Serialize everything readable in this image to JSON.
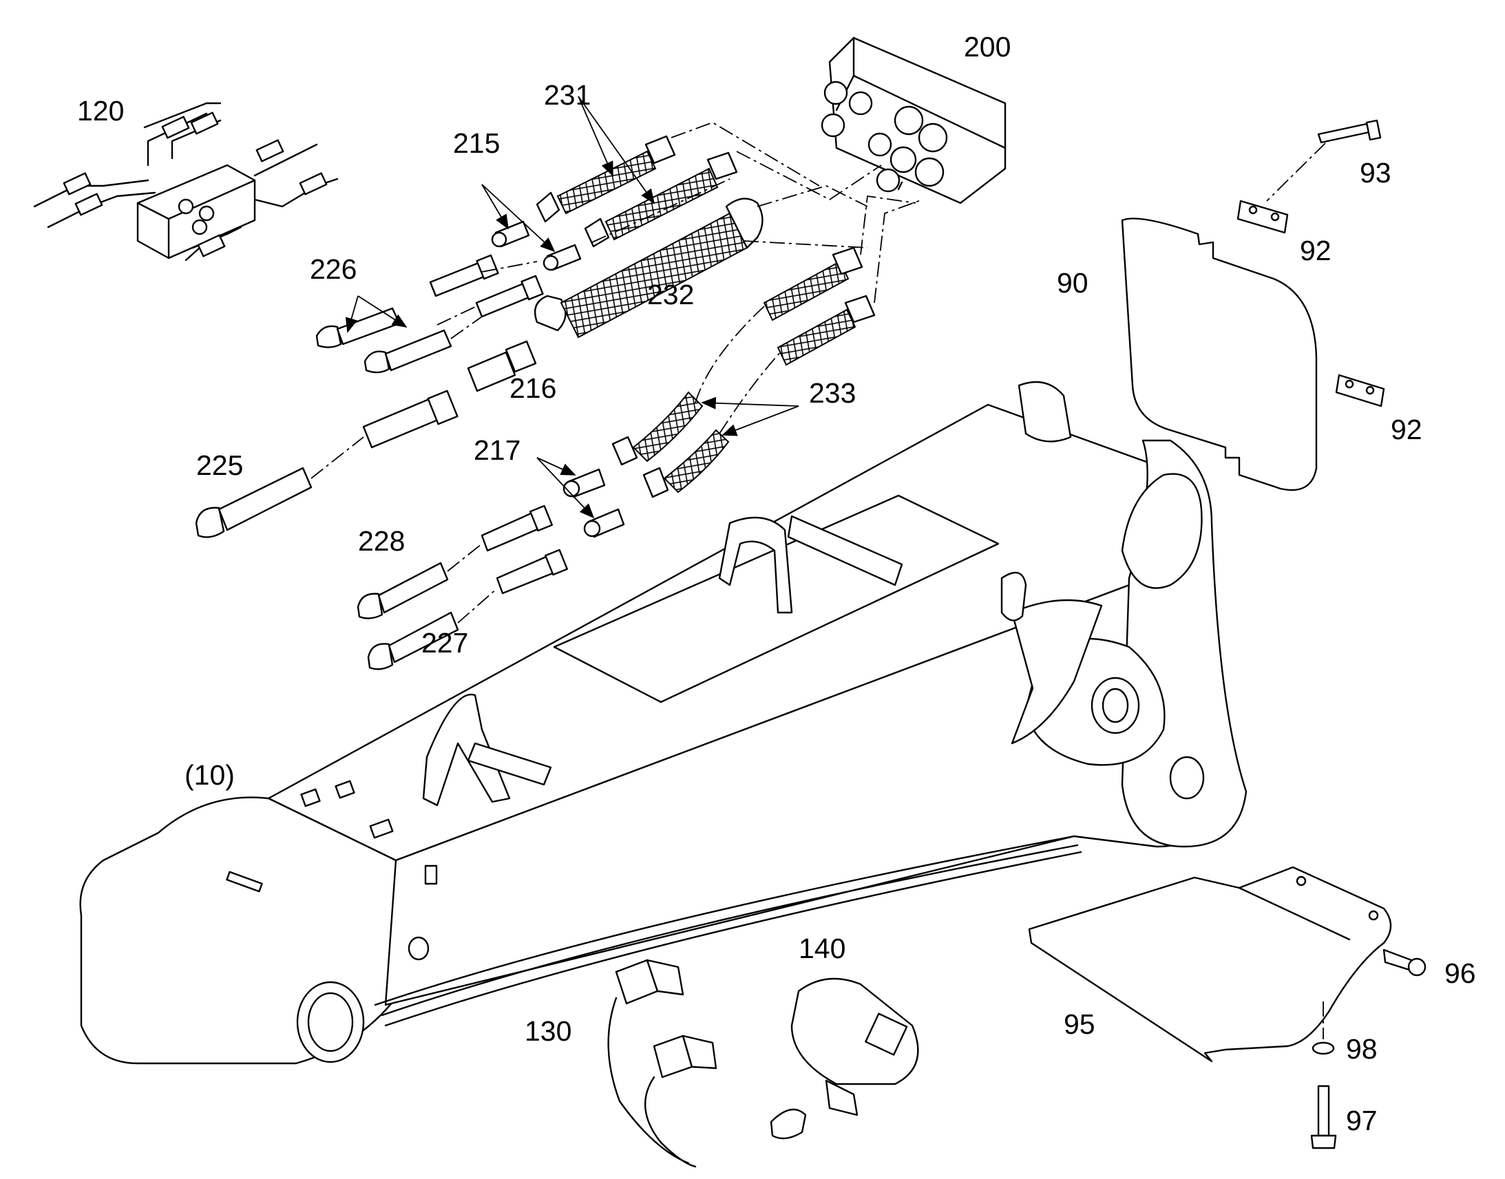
{
  "diagram": {
    "labels": {
      "p200": "200",
      "p120": "120",
      "p231": "231",
      "p215": "215",
      "p93": "93",
      "p92a": "92",
      "p92b": "92",
      "p90": "90",
      "p226": "226",
      "p232": "232",
      "p216": "216",
      "p233": "233",
      "p225": "225",
      "p217": "217",
      "p228": "228",
      "p227": "227",
      "p10": "(10)",
      "p140": "140",
      "p130": "130",
      "p96": "96",
      "p95": "95",
      "p98": "98",
      "p97": "97"
    }
  }
}
